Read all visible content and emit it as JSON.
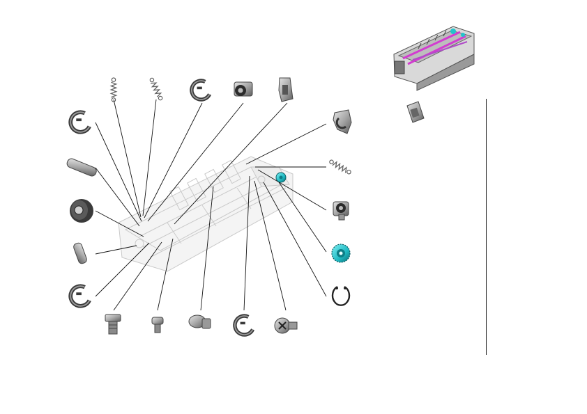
{
  "diagram": {
    "kind": "exploded-parts-view",
    "colors": {
      "line": "#111111",
      "part_gray": "#b8b8b8",
      "part_dark": "#555555",
      "accent_cyan": "#22c4cc",
      "accent_magenta": "#d23cd0"
    },
    "parts": [
      {
        "id": "e-ring",
        "icon": "e-ring-icon"
      },
      {
        "id": "spring",
        "icon": "spring-icon"
      },
      {
        "id": "bushing",
        "icon": "bushing-icon"
      },
      {
        "id": "bracket",
        "icon": "bracket-icon"
      },
      {
        "id": "pin",
        "icon": "pin-icon"
      },
      {
        "id": "roller",
        "icon": "roller-icon"
      },
      {
        "id": "gear",
        "icon": "gear-icon"
      },
      {
        "id": "snap-ring",
        "icon": "snap-ring-icon"
      },
      {
        "id": "flange-screw",
        "icon": "flange-screw-icon"
      },
      {
        "id": "short-screw",
        "icon": "short-screw-icon"
      },
      {
        "id": "shoulder-screw",
        "icon": "shoulder-screw-icon"
      },
      {
        "id": "phillips-screw",
        "icon": "phillips-screw-icon"
      },
      {
        "id": "fuser-unit",
        "icon": "fuser-unit-icon"
      },
      {
        "id": "holder-clip",
        "icon": "holder-clip-icon"
      }
    ]
  }
}
